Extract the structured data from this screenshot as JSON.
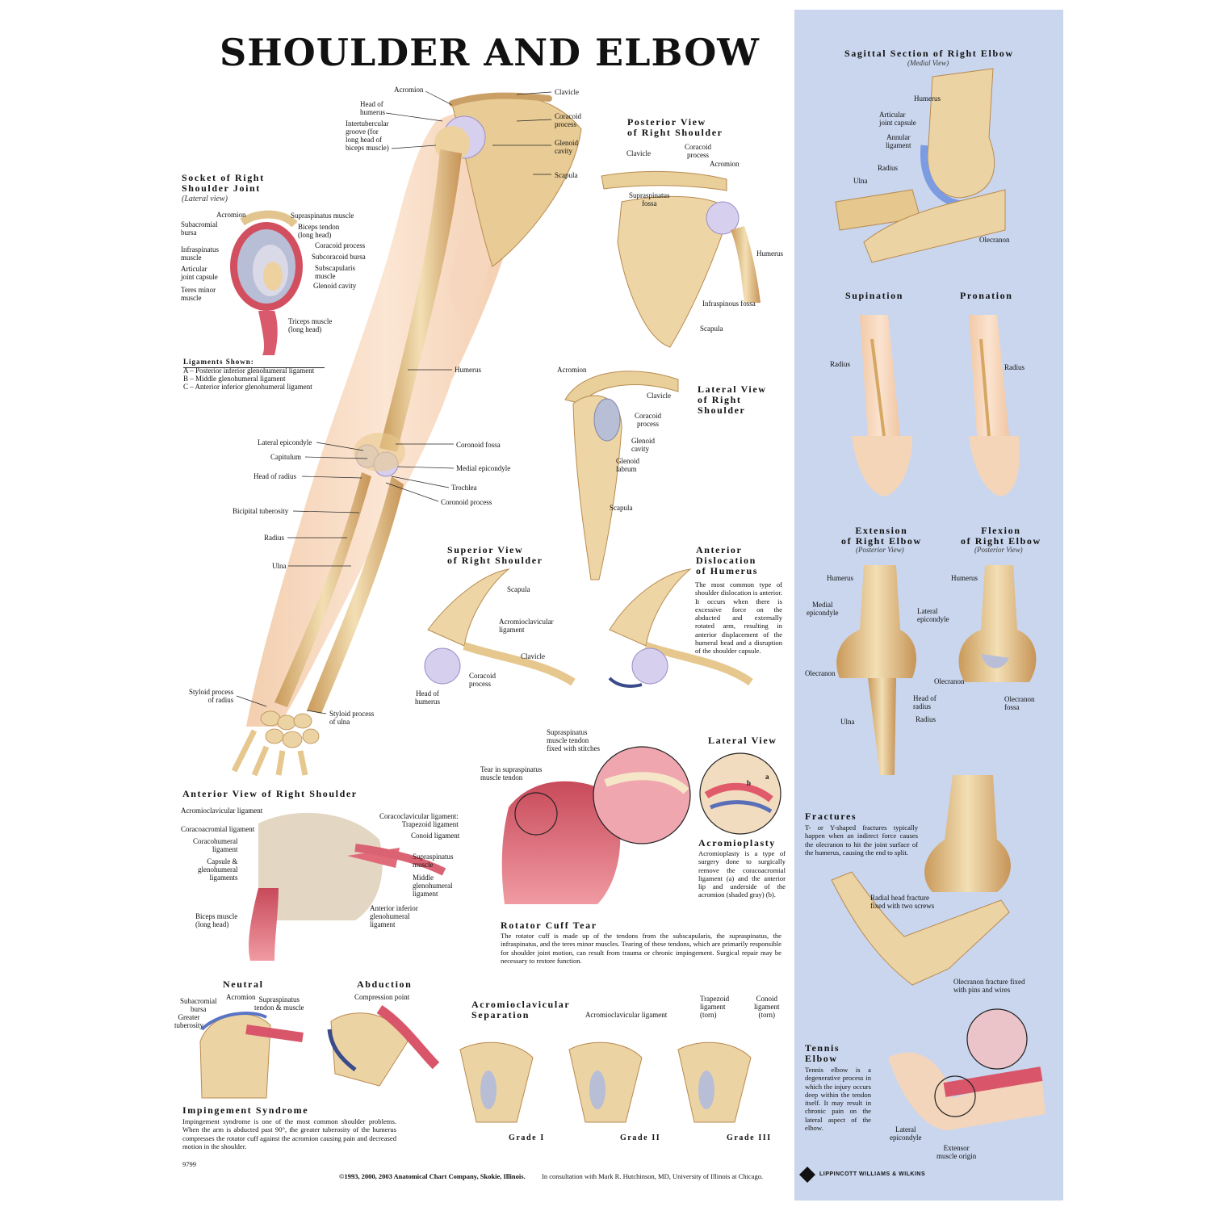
{
  "title": "SHOULDER AND ELBOW",
  "arm": {
    "labels": [
      "Acromion",
      "Head of\nhumerus",
      "Intertubercular\ngroove (for\nlong head of\nbiceps muscle)",
      "Clavicle",
      "Coracoid\nprocess",
      "Glenoid\ncavity",
      "Scapula",
      "Humerus",
      "Lateral epicondyle",
      "Capitulum",
      "Head of radius",
      "Coronoid fossa",
      "Medial epicondyle",
      "Trochlea",
      "Coronoid process",
      "Bicipital tuberosity",
      "Radius",
      "Ulna",
      "Styloid process\nof radius",
      "Styloid process\nof ulna"
    ]
  },
  "socket": {
    "heading": "Socket of Right\nShoulder Joint",
    "sub": "(Lateral view)",
    "labels": [
      "Acromion",
      "Subacromial\nbursa",
      "Infraspinatus\nmuscle",
      "Articular\njoint capsule",
      "Teres minor\nmuscle",
      "Supraspinatus muscle",
      "Biceps tendon\n(long head)",
      "Coracoid process",
      "Subcoracoid bursa",
      "Subscapularis\nmuscle",
      "Glenoid cavity",
      "Triceps muscle\n(long head)"
    ],
    "ligaments_heading": "Ligaments Shown:",
    "ligaments": [
      "A – Posterior inferior glenohumeral ligament",
      "B – Middle glenohumeral ligament",
      "C – Anterior inferior glenohumeral ligament"
    ]
  },
  "posterior": {
    "heading": "Posterior View\nof Right Shoulder",
    "labels": [
      "Clavicle",
      "Coracoid\nprocess",
      "Acromion",
      "Supraspinatus\nfossa",
      "Humerus",
      "Infraspinous fossa",
      "Scapula"
    ]
  },
  "lateral": {
    "heading": "Lateral View\nof Right\nShoulder",
    "labels": [
      "Acromion",
      "Clavicle",
      "Coracoid\nprocess",
      "Glenoid\ncavity",
      "Glenoid\nlabrum",
      "Scapula"
    ]
  },
  "superior": {
    "heading": "Superior View\nof Right Shoulder",
    "labels": [
      "Scapula",
      "Acromioclavicular\nligament",
      "Clavicle",
      "Coracoid\nprocess",
      "Head of\nhumerus"
    ]
  },
  "dislocation": {
    "heading": "Anterior\nDislocation\nof Humerus",
    "text": "The most common type of shoulder dislocation is anterior. It occurs when there is excessive force on the abducted and externally rotated arm, resulting in anterior displacement of the humeral head and a disruption of the shoulder capsule."
  },
  "anterior": {
    "heading": "Anterior View of Right Shoulder",
    "labels": [
      "Acromioclavicular ligament",
      "Coracoacromial ligament",
      "Coracohumeral\nligament",
      "Capsule &\nglenohumeral\nligaments",
      "Biceps muscle\n(long head)",
      "Coracoclavicular ligament:\nTrapezoid ligament",
      "Conoid ligament",
      "Supraspinatus\nmuscle",
      "Middle\nglenohumeral\nligament",
      "Anterior inferior\nglenohumeral\nligament"
    ]
  },
  "rotator": {
    "heading": "Rotator Cuff Tear",
    "labels": [
      "Supraspinatus\nmuscle tendon\nfixed with stitches",
      "Tear in supraspinatus\nmuscle tendon"
    ],
    "text": "The rotator cuff is made up of the tendons from the subscapularis, the supraspinatus, the infraspinatus, and the teres minor muscles. Tearing of these tendons, which are primarily responsible for shoulder joint motion, can result from trauma or chronic impingement. Surgical repair may be necessary to restore function."
  },
  "acromioplasty": {
    "lateral_heading": "Lateral View",
    "heading": "Acromioplasty",
    "text": "Acromioplasty is a type of surgery done to surgically remove the coracoacromial ligament (a) and the anterior lip and underside of the acromion (shaded gray) (b).",
    "marks": [
      "a",
      "b"
    ]
  },
  "impingement": {
    "neutral": "Neutral",
    "abduction": "Abduction",
    "labels": [
      "Subacromial\nbursa",
      "Acromion",
      "Supraspinatus\ntendon & muscle",
      "Greater\ntuberosity",
      "Compression point"
    ],
    "heading": "Impingement Syndrome",
    "text": "Impingement syndrome is one of the most common shoulder problems. When the arm is abducted past 90°, the greater tuberosity of the humerus compresses the rotator cuff against the acromion causing pain and decreased motion in the shoulder."
  },
  "separation": {
    "heading": "Acromioclavicular\nSeparation",
    "labels": [
      "Acromioclavicular ligament",
      "Trapezoid\nligament\n(torn)",
      "Conoid\nligament\n(torn)"
    ],
    "grades": [
      "Grade I",
      "Grade II",
      "Grade III"
    ]
  },
  "sagittal": {
    "heading": "Sagittal Section of Right Elbow",
    "sub": "(Medial View)",
    "labels": [
      "Humerus",
      "Articular\njoint capsule",
      "Annular\nligament",
      "Radius",
      "Ulna",
      "Olecranon"
    ]
  },
  "rotation": {
    "supination": "Supination",
    "pronation": "Pronation",
    "labels": [
      "Radius",
      "Radius"
    ]
  },
  "extflex": {
    "extension": "Extension\nof Right Elbow",
    "flexion": "Flexion\nof Right Elbow",
    "sub": "(Posterior View)",
    "labels": [
      "Humerus",
      "Medial\nepicondyle",
      "Lateral\nepicondyle",
      "Olecranon",
      "Head of\nradius",
      "Ulna",
      "Radius",
      "Humerus",
      "Olecranon",
      "Olecranon\nfossa"
    ]
  },
  "fractures": {
    "heading": "Fractures",
    "text": "T- or Y-shaped fractures typically happen when an indirect force causes the olecranon to hit the joint surface of the humerus, causing the end to split.",
    "labels": [
      "Radial head fracture\nfixed with two screws",
      "Olecranon fracture fixed\nwith pins and wires"
    ]
  },
  "tennis": {
    "heading": "Tennis\nElbow",
    "text": "Tennis elbow is a degenerative process in which the injury occurs deep within the tendon itself. It may result in chronic pain on the lateral aspect of the elbow.",
    "labels": [
      "Lateral\nepicondyle",
      "Extensor\nmuscle origin"
    ]
  },
  "footer": {
    "code": "9799",
    "copyright": "©1993, 2000, 2003 Anatomical Chart Company, Skokie, Illinois.",
    "consult": "In consultation with Mark R. Hutchinson, MD, University of Illinois at Chicago.",
    "publisher": "LIPPINCOTT WILLIAMS & WILKINS"
  },
  "colors": {
    "bone": "#ecd3a3",
    "bone_dark": "#c79a5c",
    "cartilage": "#c8c4e8",
    "muscle": "#e06a78",
    "panel": "#c9d6ee"
  }
}
